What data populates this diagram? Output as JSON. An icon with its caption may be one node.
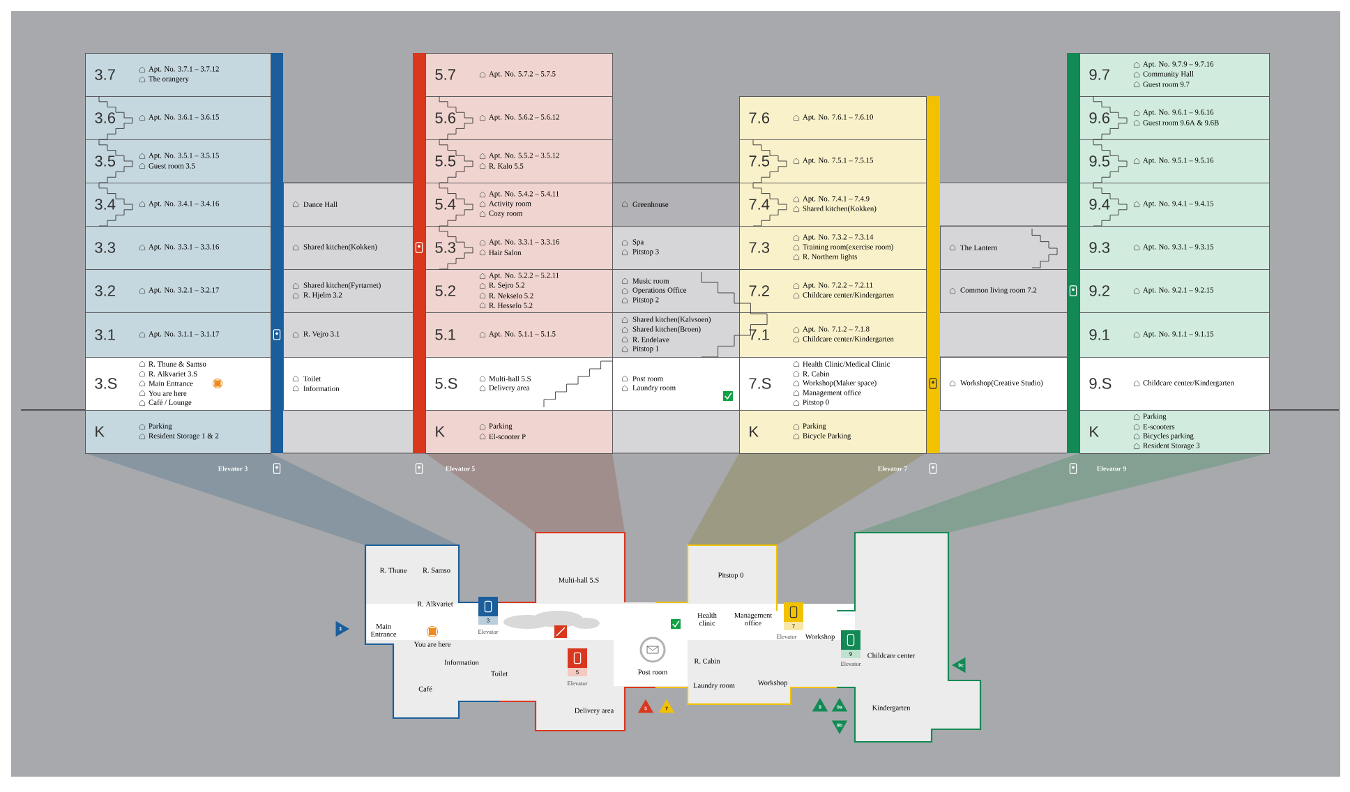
{
  "diagram": {
    "nodes": [
      {
        "text": [
          "3.7",
          "Apt. No. 3.7.1 – 3.7.12",
          "The orangery"
        ]
      },
      {
        "text": [
          "3.6",
          "Apt. No. 3.6.1 – 3.6.15"
        ]
      },
      {
        "text": [
          "3.5",
          "Apt. No. 3.5.1 – 3.5.15",
          "Guest room 3.5"
        ]
      },
      {
        "text": [
          "3.4",
          "Apt. No. 3.4.1 – 3.4.16"
        ]
      },
      {
        "text": [
          "3.3",
          "Apt. No. 3.3.1 – 3.3.16"
        ]
      },
      {
        "text": [
          "3.2",
          "Apt. No. 3.2.1 – 3.2.17"
        ]
      },
      {
        "text": [
          "3.1",
          "Apt. No. 3.1.1 – 3.1.17"
        ]
      },
      {
        "text": [
          "3.S",
          "R. Thune & Samso",
          "R. Alkvariet 3.S",
          "Main Entrance",
          "You are here",
          "Café / Lounge"
        ]
      },
      {
        "text": [
          "K",
          "Parking",
          "Resident Storage 1 & 2"
        ]
      },
      {
        "text": [
          "Dance Hall"
        ]
      },
      {
        "text": [
          "Shared kitchen(Kokken)"
        ]
      },
      {
        "text": [
          "Shared kitchen(Fyrtarnet)",
          "R. Hjelm 3.2"
        ]
      },
      {
        "text": [
          "R. Vejro 3.1"
        ]
      },
      {
        "text": [
          "Toilet",
          "Information"
        ]
      },
      {
        "text": [
          "5.7",
          "Apt. No. 5.7.2 – 5.7.5"
        ]
      },
      {
        "text": [
          "5.6",
          "Apt. No. 5.6.2 – 5.6.12"
        ]
      },
      {
        "text": [
          "5.5",
          "Apt. No. 5.5.2 – 3.5.12",
          "R. Kalo 5.5"
        ]
      },
      {
        "text": [
          "5.4",
          "Apt. No. 5.4.2 – 5.4.11",
          "Activity room",
          "Cozy room"
        ]
      },
      {
        "text": [
          "5.3",
          "Apt. No. 3.3.1 – 3.3.16",
          "Hair Salon"
        ]
      },
      {
        "text": [
          "5.2",
          "Apt. No. 5.2.2 – 5.2.11",
          "R. Sejro 5.2",
          "R. Nekselo 5.2",
          "R. Hesselo 5.2"
        ]
      },
      {
        "text": [
          "5.1",
          "Apt. No. 5.1.1 – 5.1.5"
        ]
      },
      {
        "text": [
          "5.S",
          "Multi-hall 5.S",
          "Delivery area"
        ]
      },
      {
        "text": [
          "K",
          "Parking",
          "El-scooter P"
        ]
      },
      {
        "text": [
          "Greenhouse"
        ]
      },
      {
        "text": [
          "Spa",
          "Pitstop 3"
        ]
      },
      {
        "text": [
          "Music room",
          "Operations Office",
          "Pitstop 2"
        ]
      },
      {
        "text": [
          "Shared kitchen(Kalvsoen)",
          "Shared kitchen(Broen)",
          "R. Endelave",
          "Pitstop 1"
        ]
      },
      {
        "text": [
          "Post room",
          "Laundry room"
        ]
      },
      {
        "text": [
          "7.6",
          "Apt. No. 7.6.1 – 7.6.10"
        ]
      },
      {
        "text": [
          "7.5",
          "Apt. No. 7.5.1 – 7.5.15"
        ]
      },
      {
        "text": [
          "7.4",
          "Apt. No. 7.4.1 – 7.4.9",
          "Shared kitchen(Kokken)"
        ]
      },
      {
        "text": [
          "7.3",
          "Apt. No. 7.3.2 – 7.3.14",
          "Training room(exercise room)",
          "R. Northern lights"
        ]
      },
      {
        "text": [
          "7.2",
          "Apt. No. 7.2.2 – 7.2.11",
          "Childcare center/Kindergarten"
        ]
      },
      {
        "text": [
          "7.1",
          "Apt. No. 7.1.2 – 7.1.8",
          "Childcare center/Kindergarten"
        ]
      },
      {
        "text": [
          "7.S",
          "Health Clinic/Medical Clinic",
          "R. Cabin",
          "Workshop(Maker space)",
          "Management office",
          "Pitstop 0"
        ]
      },
      {
        "text": [
          "K",
          "Parking",
          "Bicycle Parking"
        ]
      },
      {
        "text": [
          "The Lantern"
        ]
      },
      {
        "text": [
          "Common living room 7.2"
        ]
      },
      {
        "text": [
          "Workshop(Creative Studio)"
        ]
      },
      {
        "text": [
          "9.7",
          "Apt. No. 9.7.9 – 9.7.16",
          "Community Hall",
          "Guest room 9.7"
        ]
      },
      {
        "text": [
          "9.6",
          "Apt. No. 9.6.1 – 9.6.16",
          "Guest room 9.6A & 9.6B"
        ]
      },
      {
        "text": [
          "9.5",
          "Apt. No. 9.5.1 – 9.5.16"
        ]
      },
      {
        "text": [
          "9.4",
          "Apt. No. 9.4.1 – 9.4.15"
        ]
      },
      {
        "text": [
          "9.3",
          "Apt. No. 9.3.1 – 9.3.15"
        ]
      },
      {
        "text": [
          "9.2",
          "Apt. No. 9.2.1 – 9.2.15"
        ]
      },
      {
        "text": [
          "9.1",
          "Apt. No. 9.1.1 – 9.1.15"
        ]
      },
      {
        "text": [
          "9.S",
          "Childcare center/Kindergarten"
        ]
      },
      {
        "text": [
          "K",
          "Parking",
          "E-scooters",
          "Bicycles parking",
          "Resident Storage 3"
        ]
      }
    ],
    "labels": [
      "Elevator 3",
      "Elevator 5",
      "Elevator 7",
      "Elevator 9",
      "R. Thune",
      "R. Samso",
      "R. Alkvariet",
      "Main Entrance",
      "You are here",
      "Café",
      "Information",
      "Toilet",
      "Multi-hall 5.S",
      "Delivery area",
      "Post room",
      "Pitstop 0",
      "Health clinic",
      "Management office",
      "R. Cabin",
      "Laundry room",
      "Workshop",
      "Workshop",
      "Childcare center",
      "Kindergarten",
      "3",
      "Elevator",
      "5",
      "Elevator",
      "7",
      "Elevator",
      "9",
      "Elevator",
      "3",
      "5",
      "7",
      "9",
      "9a",
      "9b",
      "9c"
    ]
  }
}
